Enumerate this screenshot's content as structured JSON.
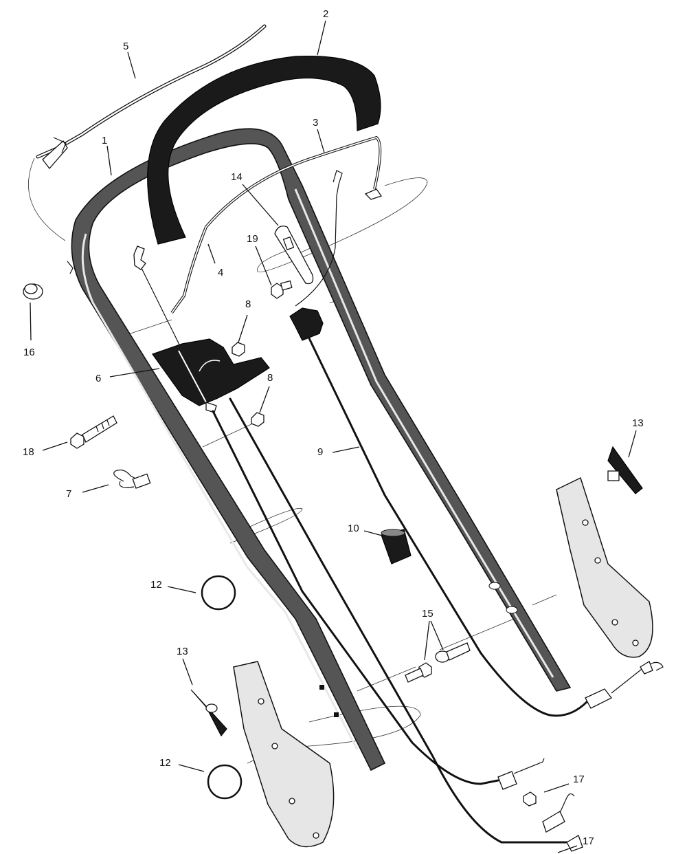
{
  "callouts": {
    "c1": "1",
    "c2": "2",
    "c3": "3",
    "c4": "4",
    "c5": "5",
    "c6": "6",
    "c7": "7",
    "c8a": "8",
    "c8b": "8",
    "c9": "9",
    "c10": "10",
    "c12a": "12",
    "c12b": "12",
    "c13a": "13",
    "c13b": "13",
    "c14": "14",
    "c15": "15",
    "c16": "16",
    "c17a": "17",
    "c17b": "17",
    "c18": "18",
    "c19": "19"
  },
  "colors": {
    "line": "#111111",
    "tube_fill": "#555555",
    "tube_highlight": "#e8e8e8",
    "grip": "#111111",
    "plate_fill": "#e6e6e6"
  }
}
